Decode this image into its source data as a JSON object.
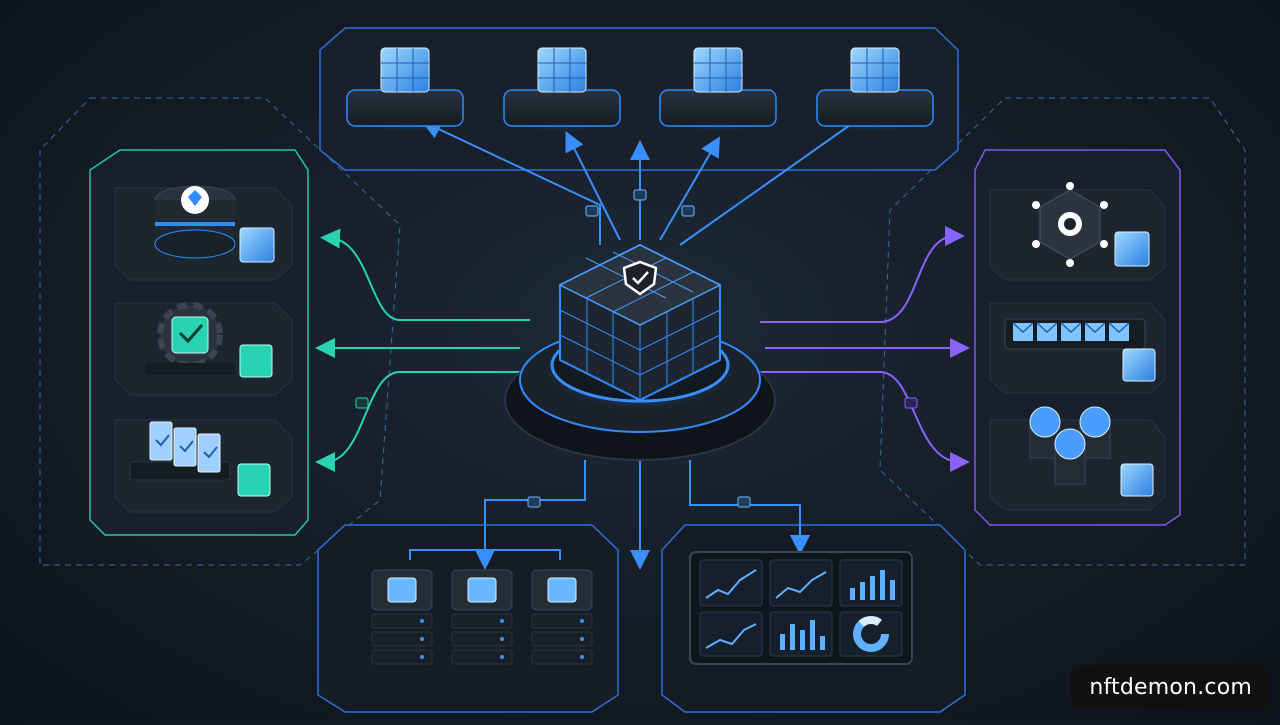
{
  "watermark": {
    "text": "nftdemon.com"
  },
  "colors": {
    "background": "#141c26",
    "accent_blue": "#2f8cff",
    "accent_teal": "#27d3b0",
    "accent_purple": "#8a63ff",
    "node_dark": "#1b222c"
  },
  "diagram": {
    "center": {
      "icon": "shield-check-icon"
    },
    "clusters": {
      "top": {
        "accent": "blue",
        "nodes": [
          "cube-cluster-icon",
          "cube-cluster-icon",
          "cube-cluster-icon",
          "cube-cluster-icon"
        ]
      },
      "left": {
        "accent": "teal",
        "nodes": [
          "database-shield-icon",
          "gear-check-icon",
          "document-check-icon"
        ]
      },
      "right": {
        "accent": "purple",
        "nodes": [
          "network-hub-icon",
          "mail-array-icon",
          "database-group-icon"
        ]
      },
      "bottom_left": {
        "accent": "blue",
        "nodes": [
          "server-rack-icon",
          "server-rack-icon",
          "server-rack-icon"
        ]
      },
      "bottom_right": {
        "accent": "blue",
        "nodes": [
          "analytics-dashboard-icon"
        ]
      }
    }
  }
}
